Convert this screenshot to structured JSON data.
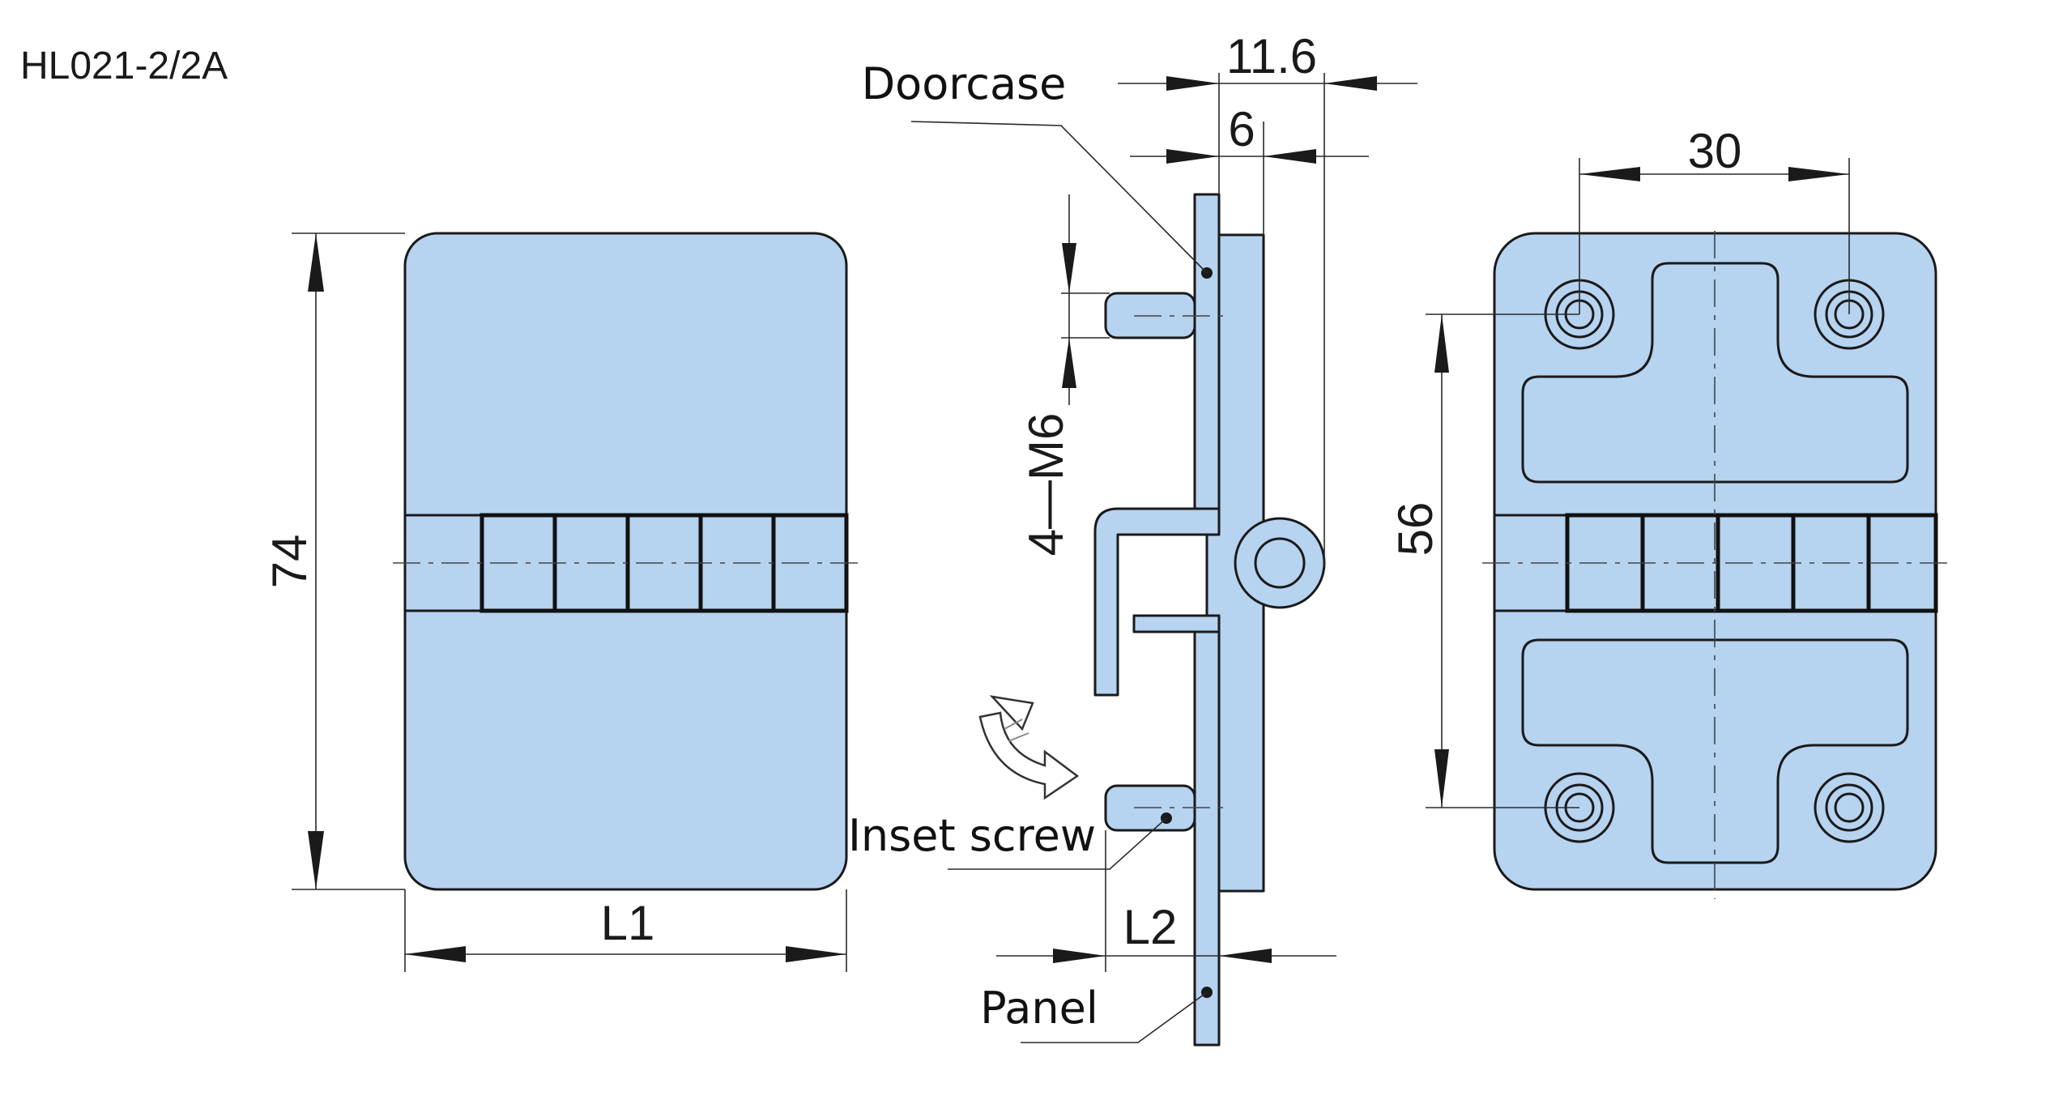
{
  "title": "HL021-2/2A",
  "labels": {
    "doorcase": "Doorcase",
    "inset_screw": "Inset screw",
    "panel": "Panel"
  },
  "dimensions": {
    "height_74": "74",
    "width_l1": "L1",
    "depth_11_6": "11.6",
    "depth_6": "6",
    "thread": "4—M6",
    "offset_l2": "L2",
    "hole_spacing_30": "30",
    "hole_spacing_56": "56"
  },
  "colors": {
    "part_fill": "#b6d3f0",
    "outline": "#1a1a1a"
  }
}
